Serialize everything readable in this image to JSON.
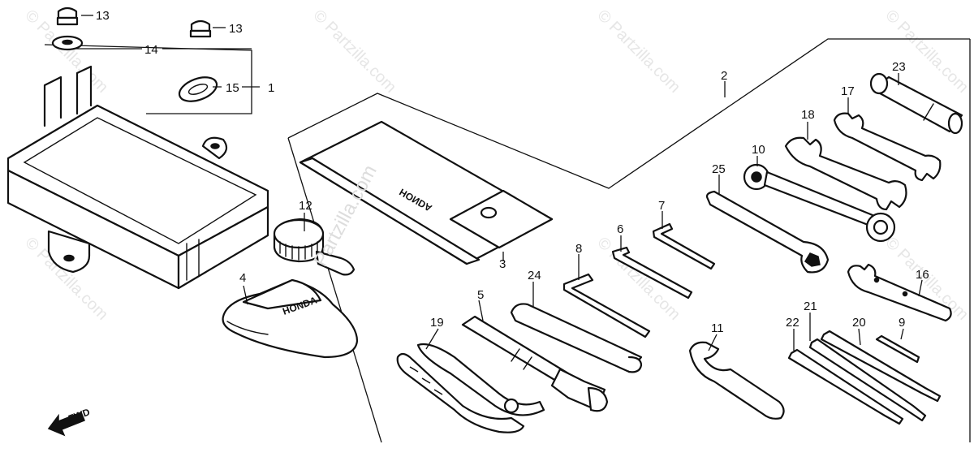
{
  "watermark": "© Partzilla.com",
  "watermark_main": "Partzilla.com",
  "direction_label": "FWD",
  "brand_stamp": "HONDA",
  "callouts": {
    "c1": "1",
    "c2": "2",
    "c3": "3",
    "c4": "4",
    "c5": "5",
    "c6": "6",
    "c7": "7",
    "c8": "8",
    "c9": "9",
    "c10": "10",
    "c11": "11",
    "c12": "12",
    "c13a": "13",
    "c13b": "13",
    "c14": "14",
    "c15": "15",
    "c16": "16",
    "c17": "17",
    "c18": "18",
    "c19": "19",
    "c20": "20",
    "c21": "21",
    "c22": "22",
    "c23": "23",
    "c24": "24",
    "c25": "25"
  }
}
